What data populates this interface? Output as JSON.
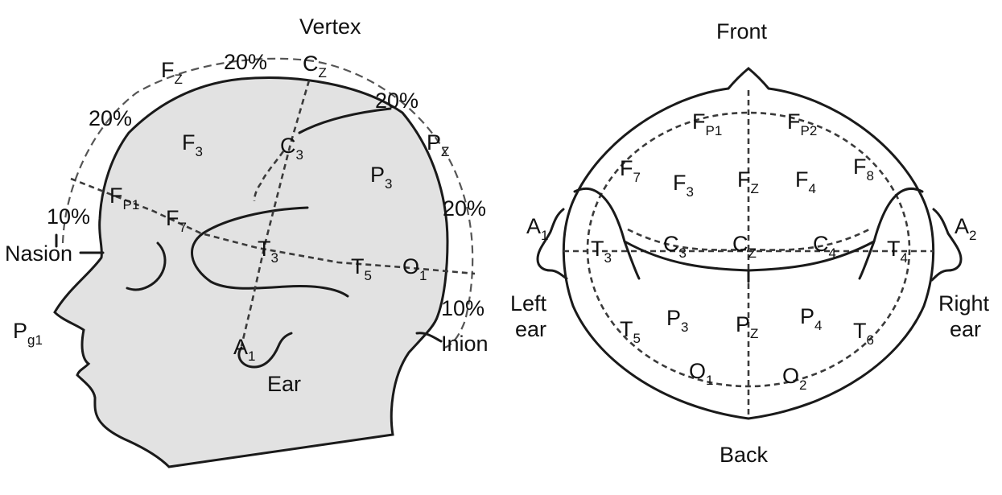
{
  "side_view": {
    "landmarks": {
      "vertex": "Vertex",
      "nasion": "Nasion",
      "inion": "Inion",
      "ear": "Ear"
    },
    "percentages": {
      "p_10_front": "10%",
      "p_20_front": "20%",
      "p_20_top": "20%",
      "p_20_back_top": "20%",
      "p_20_back": "20%",
      "p_10_back": "10%"
    },
    "electrodes": {
      "fz": {
        "main": "F",
        "sub": "Z"
      },
      "cz": {
        "main": "C",
        "sub": "Z"
      },
      "pz": {
        "main": "P",
        "sub": "Z"
      },
      "f3": {
        "main": "F",
        "sub": "3"
      },
      "c3": {
        "main": "C",
        "sub": "3"
      },
      "p3": {
        "main": "P",
        "sub": "3"
      },
      "fp1": {
        "main": "F",
        "sub": "P1"
      },
      "f7": {
        "main": "F",
        "sub": "7"
      },
      "t3": {
        "main": "T",
        "sub": "3"
      },
      "t5": {
        "main": "T",
        "sub": "5"
      },
      "o1": {
        "main": "O",
        "sub": "1"
      },
      "a1": {
        "main": "A",
        "sub": "1"
      },
      "pg1": {
        "main": "P",
        "sub": "g1"
      }
    }
  },
  "top_view": {
    "landmarks": {
      "front": "Front",
      "back": "Back",
      "left_ear_1": "Left",
      "left_ear_2": "ear",
      "right_ear_1": "Right",
      "right_ear_2": "ear"
    },
    "electrodes": {
      "fp1": {
        "main": "F",
        "sub": "P1"
      },
      "fp2": {
        "main": "F",
        "sub": "P2"
      },
      "f7": {
        "main": "F",
        "sub": "7"
      },
      "f3": {
        "main": "F",
        "sub": "3"
      },
      "fz": {
        "main": "F",
        "sub": "Z"
      },
      "f4": {
        "main": "F",
        "sub": "4"
      },
      "f8": {
        "main": "F",
        "sub": "8"
      },
      "a1": {
        "main": "A",
        "sub": "1"
      },
      "t3": {
        "main": "T",
        "sub": "3"
      },
      "c3": {
        "main": "C",
        "sub": "3"
      },
      "cz": {
        "main": "C",
        "sub": "Z"
      },
      "c4": {
        "main": "C",
        "sub": "4"
      },
      "t4": {
        "main": "T",
        "sub": "4"
      },
      "a2": {
        "main": "A",
        "sub": "2"
      },
      "t5": {
        "main": "T",
        "sub": "5"
      },
      "p3": {
        "main": "P",
        "sub": "3"
      },
      "pz": {
        "main": "P",
        "sub": "Z"
      },
      "p4": {
        "main": "P",
        "sub": "4"
      },
      "t6": {
        "main": "T",
        "sub": "6"
      },
      "o1": {
        "main": "O",
        "sub": "1"
      },
      "o2": {
        "main": "O",
        "sub": "2"
      }
    }
  }
}
